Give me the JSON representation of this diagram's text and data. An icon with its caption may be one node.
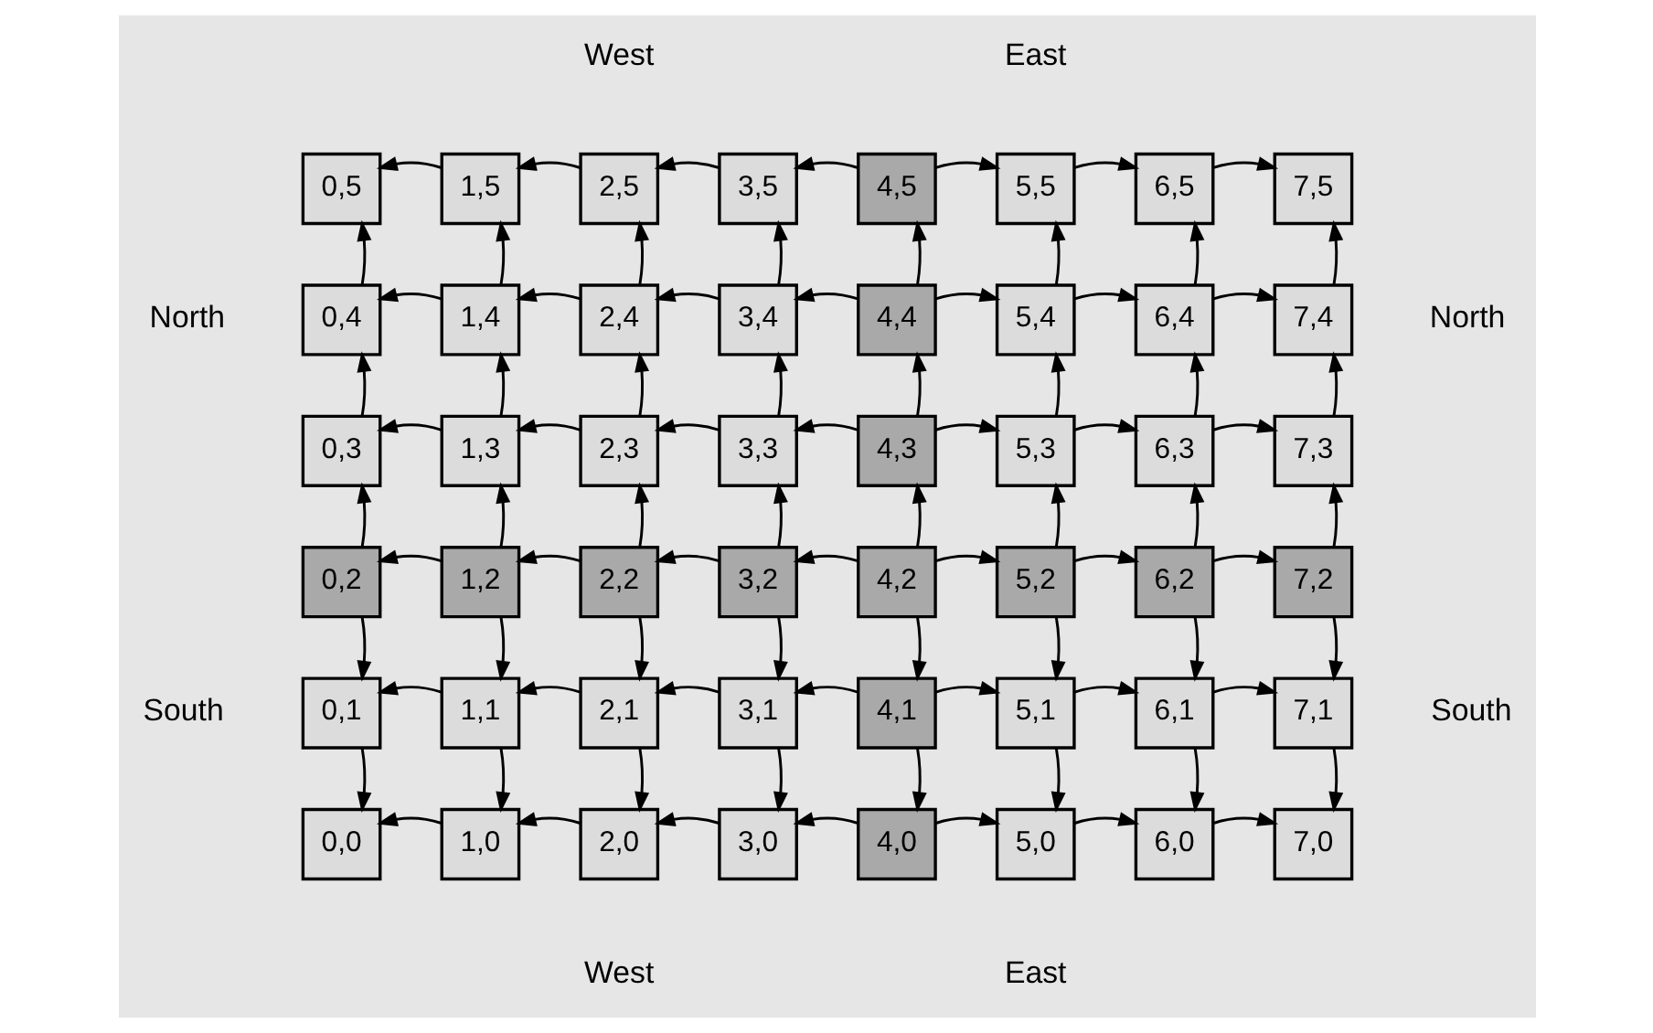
{
  "diagram": {
    "nodes": [
      {
        "text": [
          "0,5"
        ]
      },
      {
        "text": [
          "1,5"
        ]
      },
      {
        "text": [
          "2,5"
        ]
      },
      {
        "text": [
          "3,5"
        ]
      },
      {
        "text": [
          "4,5"
        ]
      },
      {
        "text": [
          "5,5"
        ]
      },
      {
        "text": [
          "6,5"
        ]
      },
      {
        "text": [
          "7,5"
        ]
      },
      {
        "text": [
          "0,4"
        ]
      },
      {
        "text": [
          "1,4"
        ]
      },
      {
        "text": [
          "2,4"
        ]
      },
      {
        "text": [
          "3,4"
        ]
      },
      {
        "text": [
          "4,4"
        ]
      },
      {
        "text": [
          "5,4"
        ]
      },
      {
        "text": [
          "6,4"
        ]
      },
      {
        "text": [
          "7,4"
        ]
      },
      {
        "text": [
          "0,3"
        ]
      },
      {
        "text": [
          "1,3"
        ]
      },
      {
        "text": [
          "2,3"
        ]
      },
      {
        "text": [
          "3,3"
        ]
      },
      {
        "text": [
          "4,3"
        ]
      },
      {
        "text": [
          "5,3"
        ]
      },
      {
        "text": [
          "6,3"
        ]
      },
      {
        "text": [
          "7,3"
        ]
      },
      {
        "text": [
          "0,2"
        ]
      },
      {
        "text": [
          "1,2"
        ]
      },
      {
        "text": [
          "2,2"
        ]
      },
      {
        "text": [
          "3,2"
        ]
      },
      {
        "text": [
          "4,2"
        ]
      },
      {
        "text": [
          "5,2"
        ]
      },
      {
        "text": [
          "6,2"
        ]
      },
      {
        "text": [
          "7,2"
        ]
      },
      {
        "text": [
          "0,1"
        ]
      },
      {
        "text": [
          "1,1"
        ]
      },
      {
        "text": [
          "2,1"
        ]
      },
      {
        "text": [
          "3,1"
        ]
      },
      {
        "text": [
          "4,1"
        ]
      },
      {
        "text": [
          "5,1"
        ]
      },
      {
        "text": [
          "6,1"
        ]
      },
      {
        "text": [
          "7,1"
        ]
      },
      {
        "text": [
          "0,0"
        ]
      },
      {
        "text": [
          "1,0"
        ]
      },
      {
        "text": [
          "2,0"
        ]
      },
      {
        "text": [
          "3,0"
        ]
      },
      {
        "text": [
          "4,0"
        ]
      },
      {
        "text": [
          "5,0"
        ]
      },
      {
        "text": [
          "6,0"
        ]
      },
      {
        "text": [
          "7,0"
        ]
      }
    ],
    "edges": [
      {
        "from": 4,
        "to": 3,
        "arrow": "to"
      },
      {
        "from": 3,
        "to": 2,
        "arrow": "to"
      },
      {
        "from": 2,
        "to": 1,
        "arrow": "to"
      },
      {
        "from": 1,
        "to": 0,
        "arrow": "to"
      },
      {
        "from": 4,
        "to": 5,
        "arrow": "to"
      },
      {
        "from": 5,
        "to": 6,
        "arrow": "to"
      },
      {
        "from": 6,
        "to": 7,
        "arrow": "to"
      },
      {
        "from": 12,
        "to": 11,
        "arrow": "to"
      },
      {
        "from": 11,
        "to": 10,
        "arrow": "to"
      },
      {
        "from": 10,
        "to": 9,
        "arrow": "to"
      },
      {
        "from": 9,
        "to": 8,
        "arrow": "to"
      },
      {
        "from": 12,
        "to": 13,
        "arrow": "to"
      },
      {
        "from": 13,
        "to": 14,
        "arrow": "to"
      },
      {
        "from": 14,
        "to": 15,
        "arrow": "to"
      },
      {
        "from": 20,
        "to": 19,
        "arrow": "to"
      },
      {
        "from": 19,
        "to": 18,
        "arrow": "to"
      },
      {
        "from": 18,
        "to": 17,
        "arrow": "to"
      },
      {
        "from": 17,
        "to": 16,
        "arrow": "to"
      },
      {
        "from": 20,
        "to": 21,
        "arrow": "to"
      },
      {
        "from": 21,
        "to": 22,
        "arrow": "to"
      },
      {
        "from": 22,
        "to": 23,
        "arrow": "to"
      },
      {
        "from": 28,
        "to": 27,
        "arrow": "to"
      },
      {
        "from": 27,
        "to": 26,
        "arrow": "to"
      },
      {
        "from": 26,
        "to": 25,
        "arrow": "to"
      },
      {
        "from": 25,
        "to": 24,
        "arrow": "to"
      },
      {
        "from": 28,
        "to": 29,
        "arrow": "to"
      },
      {
        "from": 29,
        "to": 30,
        "arrow": "to"
      },
      {
        "from": 30,
        "to": 31,
        "arrow": "to"
      },
      {
        "from": 36,
        "to": 35,
        "arrow": "to"
      },
      {
        "from": 35,
        "to": 34,
        "arrow": "to"
      },
      {
        "from": 34,
        "to": 33,
        "arrow": "to"
      },
      {
        "from": 33,
        "to": 32,
        "arrow": "to"
      },
      {
        "from": 36,
        "to": 37,
        "arrow": "to"
      },
      {
        "from": 37,
        "to": 38,
        "arrow": "to"
      },
      {
        "from": 38,
        "to": 39,
        "arrow": "to"
      },
      {
        "from": 44,
        "to": 43,
        "arrow": "to"
      },
      {
        "from": 43,
        "to": 42,
        "arrow": "to"
      },
      {
        "from": 42,
        "to": 41,
        "arrow": "to"
      },
      {
        "from": 41,
        "to": 40,
        "arrow": "to"
      },
      {
        "from": 44,
        "to": 45,
        "arrow": "to"
      },
      {
        "from": 45,
        "to": 46,
        "arrow": "to"
      },
      {
        "from": 46,
        "to": 47,
        "arrow": "to"
      },
      {
        "from": 24,
        "to": 16,
        "arrow": "to"
      },
      {
        "from": 16,
        "to": 8,
        "arrow": "to"
      },
      {
        "from": 8,
        "to": 0,
        "arrow": "to"
      },
      {
        "from": 24,
        "to": 32,
        "arrow": "to"
      },
      {
        "from": 32,
        "to": 40,
        "arrow": "to"
      },
      {
        "from": 25,
        "to": 17,
        "arrow": "to"
      },
      {
        "from": 17,
        "to": 9,
        "arrow": "to"
      },
      {
        "from": 9,
        "to": 1,
        "arrow": "to"
      },
      {
        "from": 25,
        "to": 33,
        "arrow": "to"
      },
      {
        "from": 33,
        "to": 41,
        "arrow": "to"
      },
      {
        "from": 26,
        "to": 18,
        "arrow": "to"
      },
      {
        "from": 18,
        "to": 10,
        "arrow": "to"
      },
      {
        "from": 10,
        "to": 2,
        "arrow": "to"
      },
      {
        "from": 26,
        "to": 34,
        "arrow": "to"
      },
      {
        "from": 34,
        "to": 42,
        "arrow": "to"
      },
      {
        "from": 27,
        "to": 19,
        "arrow": "to"
      },
      {
        "from": 19,
        "to": 11,
        "arrow": "to"
      },
      {
        "from": 11,
        "to": 3,
        "arrow": "to"
      },
      {
        "from": 27,
        "to": 35,
        "arrow": "to"
      },
      {
        "from": 35,
        "to": 43,
        "arrow": "to"
      },
      {
        "from": 28,
        "to": 20,
        "arrow": "to"
      },
      {
        "from": 20,
        "to": 12,
        "arrow": "to"
      },
      {
        "from": 12,
        "to": 4,
        "arrow": "to"
      },
      {
        "from": 28,
        "to": 36,
        "arrow": "to"
      },
      {
        "from": 36,
        "to": 44,
        "arrow": "to"
      },
      {
        "from": 29,
        "to": 21,
        "arrow": "to"
      },
      {
        "from": 21,
        "to": 13,
        "arrow": "to"
      },
      {
        "from": 13,
        "to": 5,
        "arrow": "to"
      },
      {
        "from": 29,
        "to": 37,
        "arrow": "to"
      },
      {
        "from": 37,
        "to": 45,
        "arrow": "to"
      },
      {
        "from": 30,
        "to": 22,
        "arrow": "to"
      },
      {
        "from": 22,
        "to": 14,
        "arrow": "to"
      },
      {
        "from": 14,
        "to": 6,
        "arrow": "to"
      },
      {
        "from": 30,
        "to": 38,
        "arrow": "to"
      },
      {
        "from": 38,
        "to": 46,
        "arrow": "to"
      },
      {
        "from": 31,
        "to": 23,
        "arrow": "to"
      },
      {
        "from": 23,
        "to": 15,
        "arrow": "to"
      },
      {
        "from": 15,
        "to": 7,
        "arrow": "to"
      },
      {
        "from": 31,
        "to": 39,
        "arrow": "to"
      },
      {
        "from": 39,
        "to": 47,
        "arrow": "to"
      }
    ],
    "labels": [
      "West",
      "East",
      "North",
      "North",
      "South",
      "South",
      "West",
      "East"
    ]
  }
}
